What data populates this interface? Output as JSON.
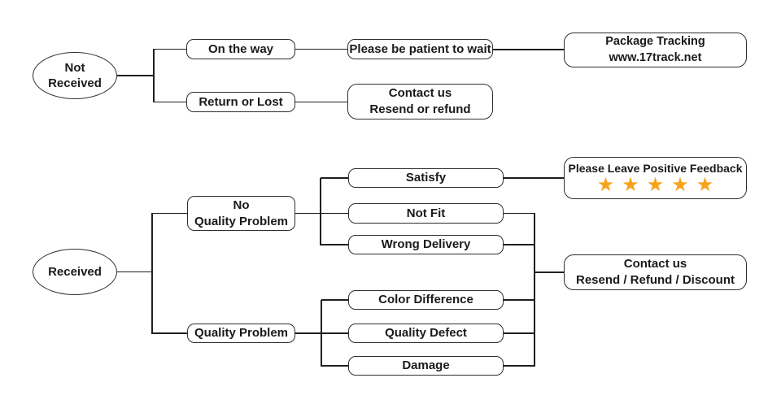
{
  "colors": {
    "star": "#F7A21B",
    "line": "#1f1f1f",
    "border": "#2e2e2e"
  },
  "nodes": {
    "not_received": "Not\nReceived",
    "on_the_way": "On the way",
    "be_patient": "Please be patient to wait",
    "package_tracking": "Package Tracking\nwww.17track.net",
    "return_or_lost": "Return or Lost",
    "contact_resend_or_refund": "Contact us\nResend or refund",
    "received": "Received",
    "no_quality_problem": "No\nQuality Problem",
    "quality_problem": "Quality Problem",
    "satisfy": "Satisfy",
    "not_fit": "Not Fit",
    "wrong_delivery": "Wrong Delivery",
    "color_difference": "Color Difference",
    "quality_defect": "Quality Defect",
    "damage": "Damage",
    "positive_feedback": {
      "title": "Please Leave Positive Feedback",
      "stars": "★★★★★",
      "star_count": 5
    },
    "contact_resend_refund_discount": "Contact us\nResend / Refund / Discount"
  }
}
